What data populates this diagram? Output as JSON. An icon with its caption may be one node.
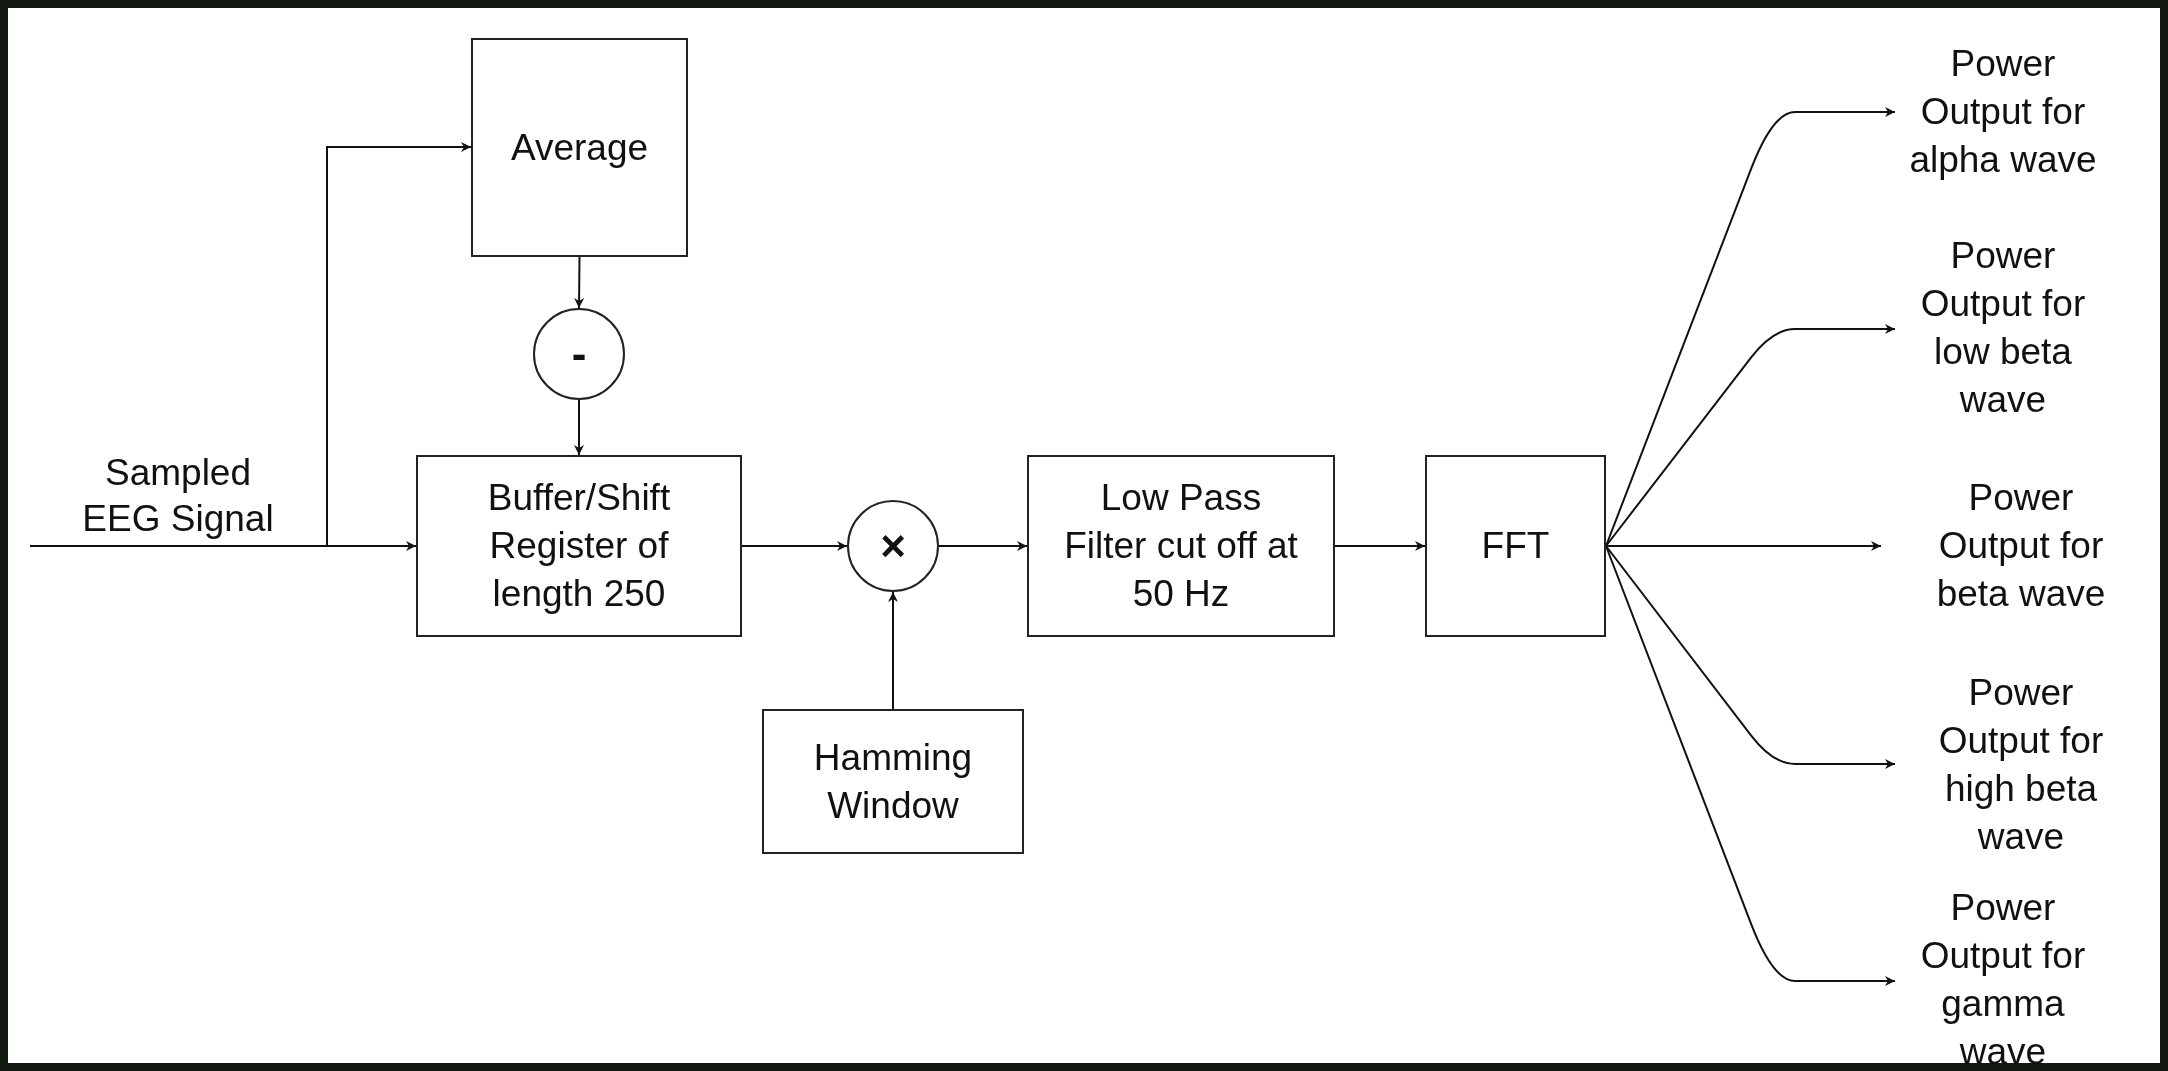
{
  "diagram": {
    "nodes": [
      {
        "text": [
          "Average"
        ]
      },
      {
        "text": [
          "-"
        ]
      },
      {
        "text": [
          "Buffer/Shift Register of length 250"
        ]
      },
      {
        "text": [
          "×"
        ]
      },
      {
        "text": [
          "Hamming Window"
        ]
      },
      {
        "text": [
          "Low Pass Filter cut off at 50 Hz"
        ]
      },
      {
        "text": [
          "FFT"
        ]
      },
      {
        "text": [
          "Power Output for alpha wave"
        ]
      },
      {
        "text": [
          "Power Output for low beta wave"
        ]
      },
      {
        "text": [
          "Power Output for beta wave"
        ]
      },
      {
        "text": [
          "Power Output for high beta wave"
        ]
      },
      {
        "text": [
          "Power Output for gamma wave"
        ]
      }
    ],
    "edges": [
      {
        "from": null,
        "to": 2,
        "arrow": "to",
        "label": "Sampled EEG Signal"
      },
      {
        "from": null,
        "to": 0,
        "arrow": "to"
      },
      {
        "from": 0,
        "to": 1,
        "arrow": "to"
      },
      {
        "from": 1,
        "to": 2,
        "arrow": "to"
      },
      {
        "from": 2,
        "to": 3,
        "arrow": "to"
      },
      {
        "from": 4,
        "to": 3,
        "arrow": "to"
      },
      {
        "from": 3,
        "to": 5,
        "arrow": "to"
      },
      {
        "from": 5,
        "to": 6,
        "arrow": "to"
      },
      {
        "from": 6,
        "to": 7,
        "arrow": "to"
      },
      {
        "from": 6,
        "to": 8,
        "arrow": "to"
      },
      {
        "from": 6,
        "to": 9,
        "arrow": "to"
      },
      {
        "from": 6,
        "to": 10,
        "arrow": "to"
      },
      {
        "from": 6,
        "to": 11,
        "arrow": "to"
      }
    ]
  }
}
